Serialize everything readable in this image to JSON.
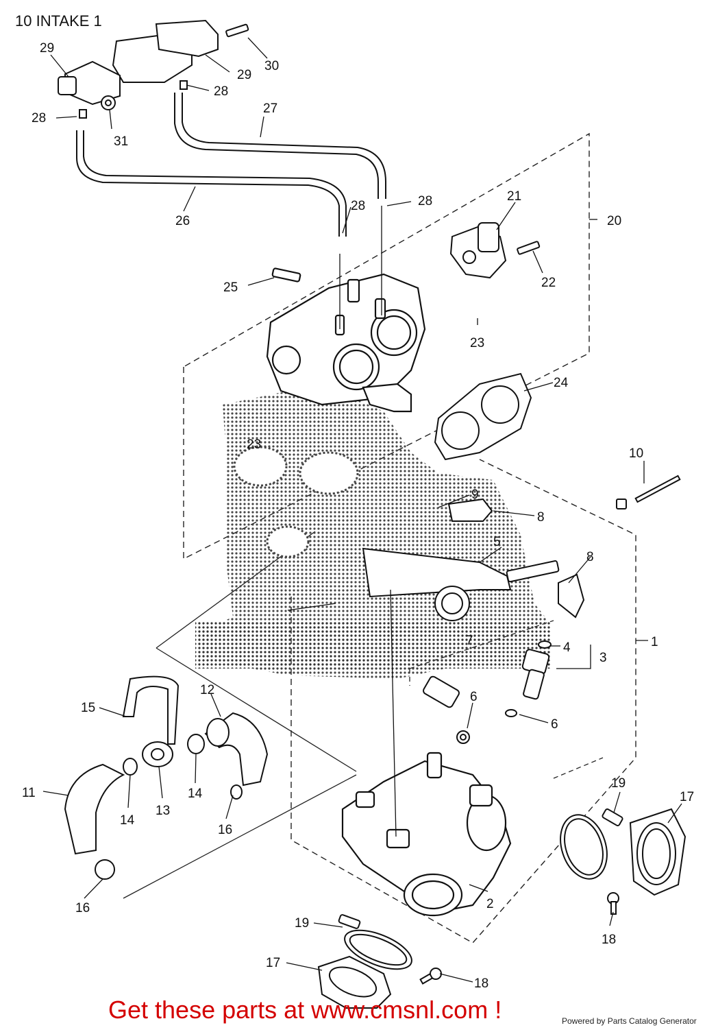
{
  "page_title": "10 INTAKE 1",
  "banner": "Get these parts at www.cmsnl.com !",
  "credit": "Powered by Parts Catalog Generator",
  "callouts": [
    "1",
    "2",
    "3",
    "4",
    "5",
    "6",
    "6",
    "7",
    "8",
    "8",
    "9",
    "10",
    "11",
    "12",
    "13",
    "14",
    "14",
    "15",
    "16",
    "16",
    "17",
    "17",
    "18",
    "18",
    "19",
    "19",
    "20",
    "21",
    "22",
    "23",
    "23",
    "24",
    "25",
    "26",
    "27",
    "28",
    "28",
    "28",
    "28",
    "29",
    "29",
    "30",
    "31"
  ]
}
